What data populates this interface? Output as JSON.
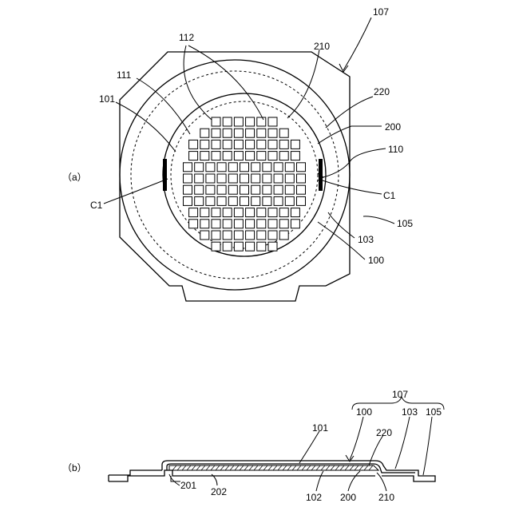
{
  "figure_a": {
    "panel_label": "（a）",
    "chip_rows": [
      6,
      8,
      10,
      10,
      11,
      11,
      11,
      11,
      10,
      10,
      8,
      6
    ],
    "refs": {
      "r107": "107",
      "r112": "112",
      "r210": "210",
      "r111": "111",
      "r220": "220",
      "r101": "101",
      "r200": "200",
      "r110": "110",
      "c1_left": "C1",
      "c1_right": "C1",
      "r105": "105",
      "r103": "103",
      "r100": "100"
    }
  },
  "figure_b": {
    "panel_label": "（b）",
    "refs": {
      "r107": "107",
      "r100": "100",
      "r103": "103",
      "r105": "105",
      "r101": "101",
      "r220": "220",
      "r201": "201",
      "r202": "202",
      "r102": "102",
      "r200": "200",
      "r210": "210"
    }
  }
}
